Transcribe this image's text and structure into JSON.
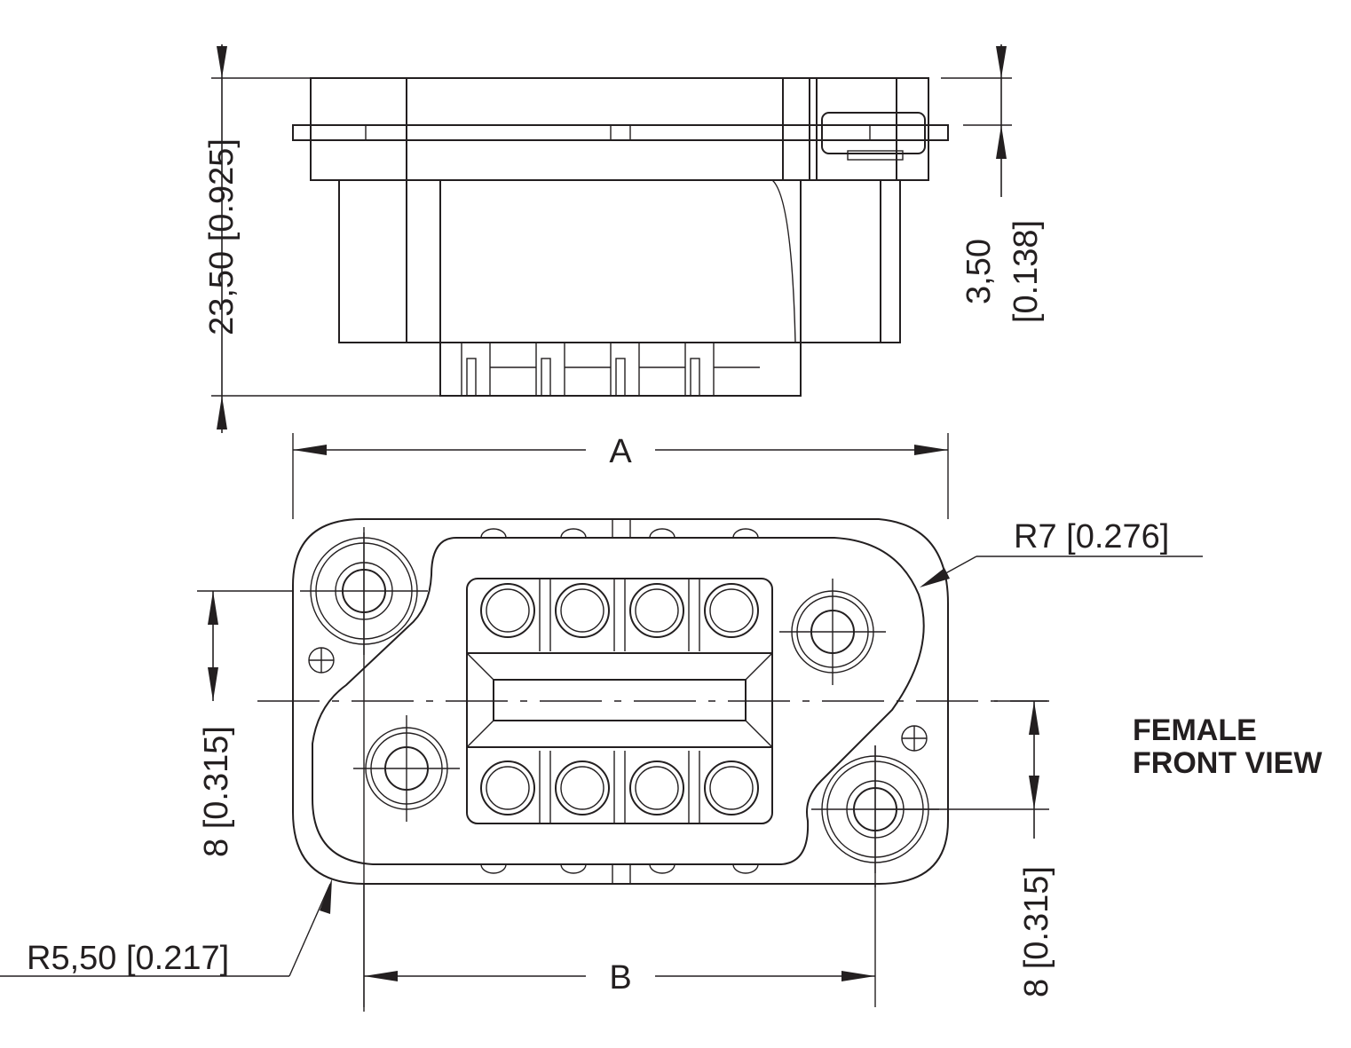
{
  "labels": {
    "dim_height": "23,50 [0.925]",
    "dim_flange_a": "3,50",
    "dim_flange_b": "[0.138]",
    "dim_a": "A",
    "dim_b": "B",
    "radius_top": "R7 [0.276]",
    "radius_bottom": "R5,50 [0.217]",
    "pitch_left": "8 [0.315]",
    "pitch_right": "8 [0.315]",
    "view_line1": "FEMALE",
    "view_line2": "FRONT VIEW"
  },
  "colors": {
    "ink": "#231f20",
    "background": "#ffffff"
  }
}
